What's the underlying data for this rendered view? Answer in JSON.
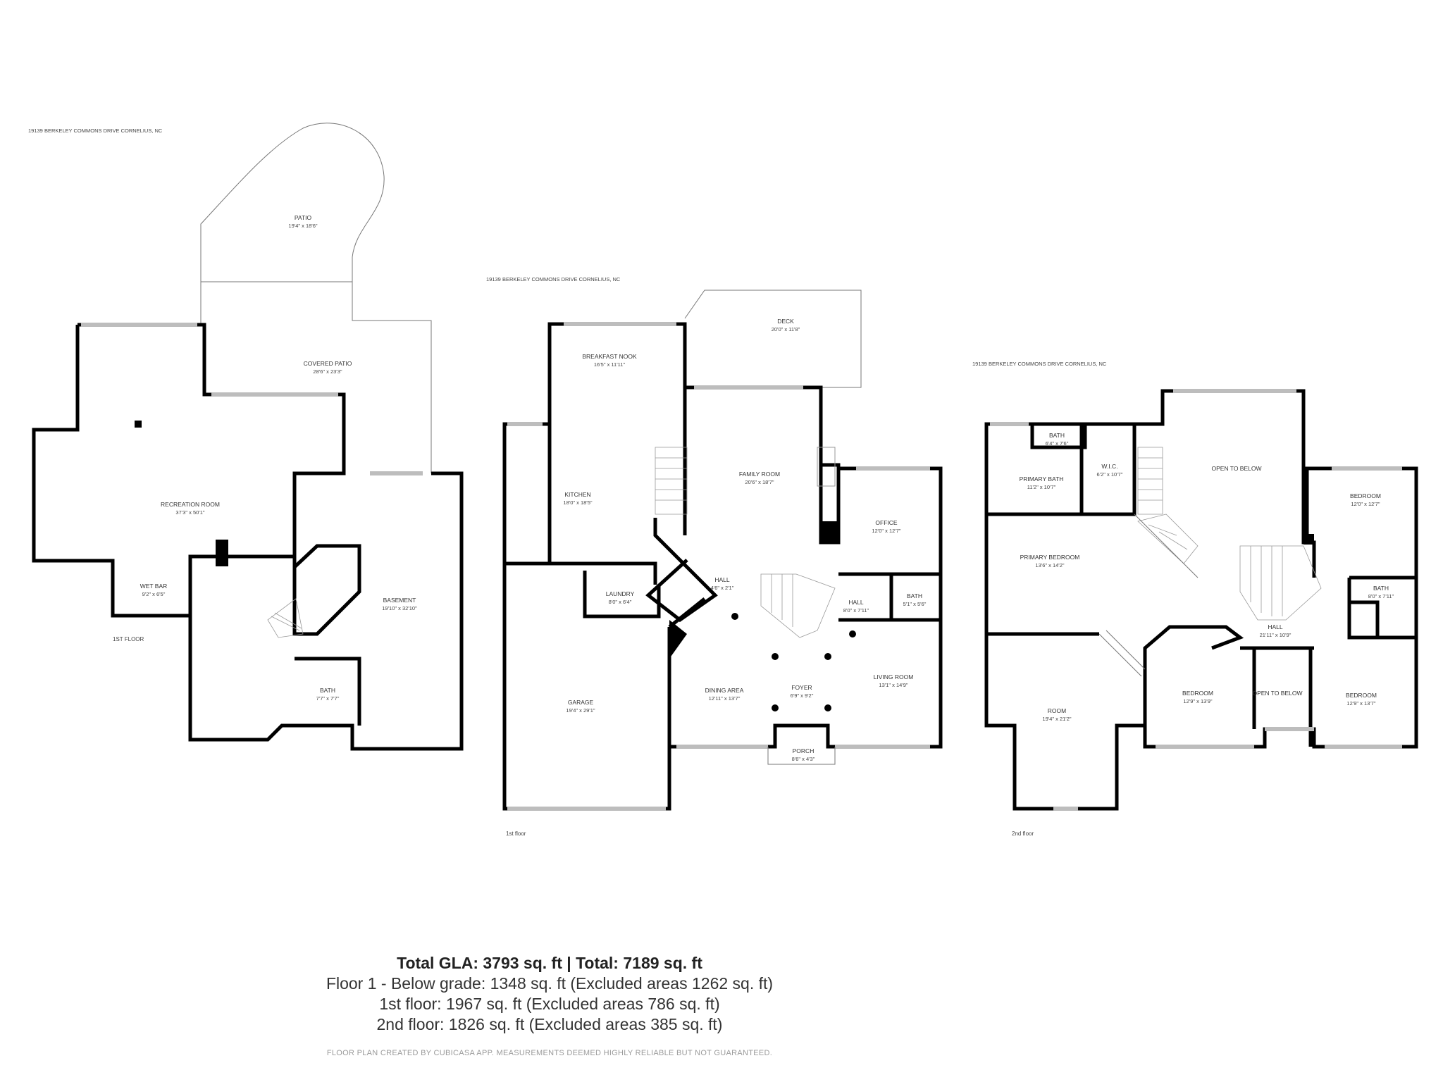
{
  "address": "19139 BERKELEY COMMONS DRIVE CORNELIUS, NC",
  "floors": {
    "basement": {
      "label": "1ST FLOOR",
      "rooms": {
        "patio": {
          "name": "PATIO",
          "dim": "19'4\" x 18'6\""
        },
        "covered_patio": {
          "name": "COVERED PATIO",
          "dim": "28'6\" x 23'3\""
        },
        "recreation_room": {
          "name": "RECREATION ROOM",
          "dim": "37'3\" x 50'1\""
        },
        "wet_bar": {
          "name": "WET BAR",
          "dim": "9'2\" x 6'5\""
        },
        "basement": {
          "name": "BASEMENT",
          "dim": "19'10\" x 32'10\""
        },
        "bath": {
          "name": "BATH",
          "dim": "7'7\" x 7'7\""
        }
      }
    },
    "first": {
      "label": "1st floor",
      "rooms": {
        "deck": {
          "name": "DECK",
          "dim": "20'0\" x 11'8\""
        },
        "breakfast_nook": {
          "name": "BREAKFAST NOOK",
          "dim": "16'5\" x 11'11\""
        },
        "kitchen": {
          "name": "KITCHEN",
          "dim": "18'0\" x 18'5\""
        },
        "family_room": {
          "name": "FAMILY ROOM",
          "dim": "20'6\" x 18'7\""
        },
        "office": {
          "name": "OFFICE",
          "dim": "12'0\" x 12'7\""
        },
        "laundry": {
          "name": "LAUNDRY",
          "dim": "8'0\" x 6'4\""
        },
        "hall_small": {
          "name": "HALL",
          "dim": "4'6\" x 2'1\""
        },
        "hall": {
          "name": "HALL",
          "dim": "8'0\" x 7'11\""
        },
        "bath": {
          "name": "BATH",
          "dim": "5'1\" x 5'6\""
        },
        "garage": {
          "name": "GARAGE",
          "dim": "19'4\" x 29'1\""
        },
        "dining_area": {
          "name": "DINING AREA",
          "dim": "12'11\" x 13'7\""
        },
        "foyer": {
          "name": "FOYER",
          "dim": "6'9\" x 9'2\""
        },
        "living_room": {
          "name": "LIVING ROOM",
          "dim": "13'1\" x 14'9\""
        },
        "porch": {
          "name": "PORCH",
          "dim": "8'6\" x 4'3\""
        }
      }
    },
    "second": {
      "label": "2nd floor",
      "rooms": {
        "bath_top": {
          "name": "BATH",
          "dim": "6'4\" x 7'6\""
        },
        "primary_bath": {
          "name": "PRIMARY BATH",
          "dim": "11'2\" x 10'7\""
        },
        "wic": {
          "name": "W.I.C.",
          "dim": "6'2\" x 10'7\""
        },
        "open_to_below_top": {
          "name": "OPEN TO BELOW"
        },
        "bedroom_right": {
          "name": "BEDROOM",
          "dim": "12'0\" x 12'7\""
        },
        "primary_bedroom": {
          "name": "PRIMARY BEDROOM",
          "dim": "13'6\" x 14'2\""
        },
        "bath_right": {
          "name": "BATH",
          "dim": "8'0\" x 7'11\""
        },
        "hall": {
          "name": "HALL",
          "dim": "21'11\" x 10'9\""
        },
        "room": {
          "name": "ROOM",
          "dim": "19'4\" x 21'2\""
        },
        "bedroom_center": {
          "name": "BEDROOM",
          "dim": "12'9\" x 13'9\""
        },
        "open_to_below_bottom": {
          "name": "OPEN TO BELOW"
        },
        "bedroom_bottom_right": {
          "name": "BEDROOM",
          "dim": "12'9\" x 13'7\""
        }
      }
    }
  },
  "summary": {
    "total": "Total GLA: 3793 sq. ft | Total: 7189 sq. ft",
    "line1": "Floor 1 - Below grade: 1348 sq. ft (Excluded areas 1262 sq. ft)",
    "line2": "1st floor: 1967 sq. ft (Excluded areas 786 sq. ft)",
    "line3": "2nd floor: 1826 sq. ft (Excluded areas 385 sq. ft)",
    "disclaimer": "FLOOR PLAN CREATED BY CUBICASA APP. MEASUREMENTS DEEMED HIGHLY RELIABLE BUT NOT GUARANTEED."
  }
}
